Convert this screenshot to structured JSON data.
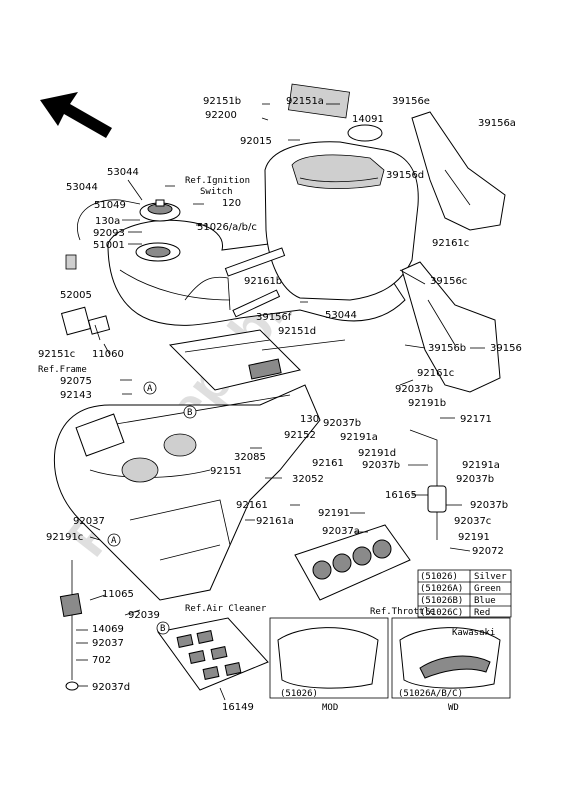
{
  "labels": {
    "p92151b": "92151b",
    "p92200": "92200",
    "p92151a_top": "92151a",
    "p39156e": "39156e",
    "p14091": "14091",
    "p39156a": "39156a",
    "p92015": "92015",
    "p39156d": "39156d",
    "p53044_a": "53044",
    "p53044_b": "53044",
    "p51049": "51049",
    "p130a": "130a",
    "p92093": "92093",
    "p51001": "51001",
    "p120": "120",
    "p51026abc": "51026/a/b/c",
    "p92161c_r": "92161c",
    "p92161b": "92161b",
    "p39156c": "39156c",
    "p52005": "52005",
    "p39156f": "39156f",
    "p92151d": "92151d",
    "p53044_c": "53044",
    "p39156b": "39156b",
    "p39156": "39156",
    "p92151c": "92151c",
    "p11060": "11060",
    "p92161c_m": "92161c",
    "p92037b_a": "92037b",
    "p92075": "92075",
    "p92143": "92143",
    "p92191b": "92191b",
    "p92171": "92171",
    "p130": "130",
    "p92037b_b": "92037b",
    "p92152": "92152",
    "p92191a_a": "92191a",
    "p32085": "32085",
    "p92161": "92161",
    "p92191d": "92191d",
    "p92191a_b": "92191a",
    "p92151": "92151",
    "p32052": "32052",
    "p92037b_c": "92037b",
    "p16165": "16165",
    "p92161_b": "92161",
    "p92037b_d": "92037b",
    "p92161a": "92161a",
    "p92037": "92037",
    "p92191": "92191",
    "p92037c": "92037c",
    "p92191c": "92191c",
    "p92037a": "92037a",
    "p92191_b": "92191",
    "p92072": "92072",
    "p11065": "11065",
    "p92039": "92039",
    "p14069": "14069",
    "p92037_b": "92037",
    "p702": "702",
    "p92037d": "92037d",
    "p16149": "16149"
  },
  "refs": {
    "ignition_1": "Ref.Ignition",
    "ignition_2": "Switch",
    "frame": "Ref.Frame",
    "air_cleaner": "Ref.Air Cleaner",
    "throttle": "Ref.Throttle"
  },
  "callouts": {
    "a1": "A",
    "a2": "A",
    "b1": "B",
    "b2": "B"
  },
  "color_legend": [
    {
      "code": "(51026)",
      "color": "Silver"
    },
    {
      "code": "(51026A)",
      "color": "Green"
    },
    {
      "code": "(51026B)",
      "color": "Blue"
    },
    {
      "code": "(51026C)",
      "color": "Red"
    }
  ],
  "tank_variants": {
    "left_code": "(51026)",
    "left_caption": "MOD",
    "right_code": "(51026A/B/C)",
    "right_caption": "WD",
    "badge": "Kawasaki"
  },
  "watermark": "Partsrepublik"
}
